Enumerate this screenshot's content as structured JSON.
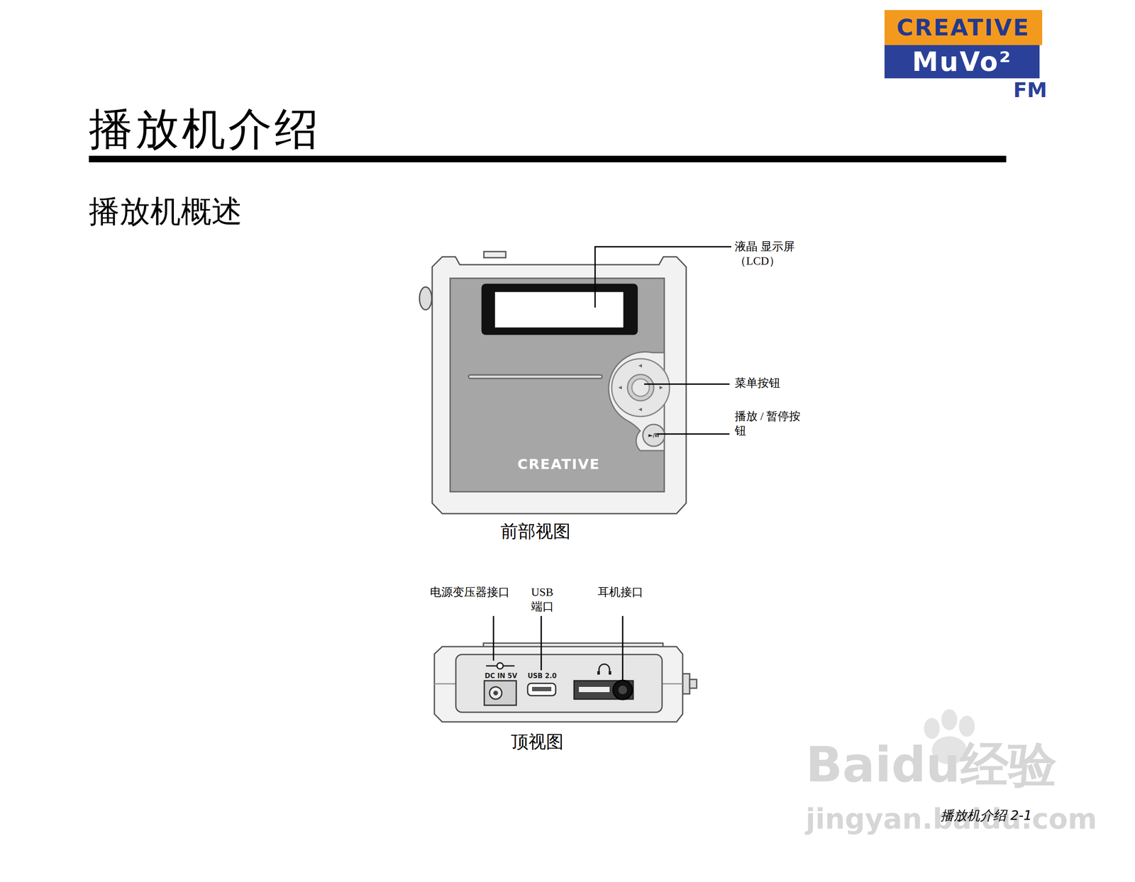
{
  "diagram": {
    "title": "播放机介绍",
    "nodes": [
      {
        "text": [
          "CREATIVE"
        ]
      },
      {
        "text": [
          "MuVo²"
        ]
      }
    ],
    "labels": [
      "FM",
      "播放机概述",
      "液晶 显示屏 （LCD）",
      "菜单按钮",
      "播放 / 暂停按 钮",
      "CREATIVE",
      "►/II",
      "前部视图",
      "电源变压器接口",
      "USB 端口",
      "耳机接口",
      "DC IN 5V",
      "USB 2.0",
      "顶视图",
      "Baidu经验",
      "jingyan.baidu.com",
      "播放机介绍 2-1"
    ]
  }
}
